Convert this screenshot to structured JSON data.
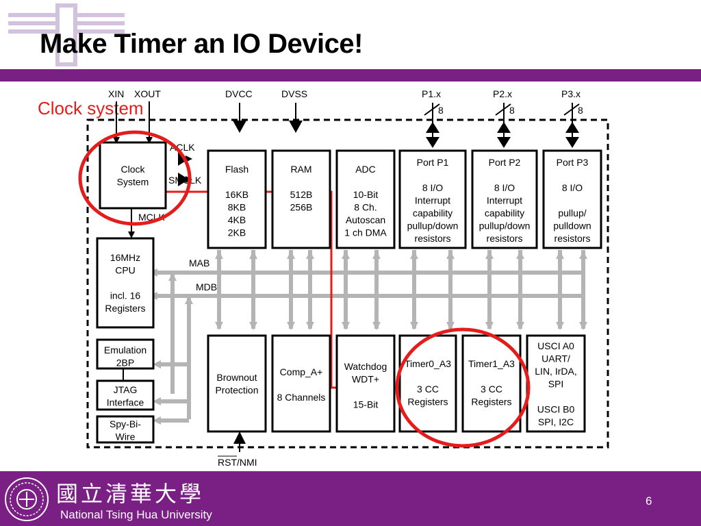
{
  "slide": {
    "title": "Make Timer an IO Device!",
    "subtitle": "Clock system",
    "page_number": "6"
  },
  "footer": {
    "university_chinese": "國立清華大學",
    "university_english": "National Tsing Hua University"
  },
  "diagram": {
    "external_signals": {
      "xin": "XIN",
      "xout": "XOUT",
      "dvcc": "DVCC",
      "dvss": "DVSS",
      "p1": "P1.x",
      "p2": "P2.x",
      "p3": "P3.x",
      "bus_width": "8",
      "rst": "RST/NMI"
    },
    "clock_signals": {
      "aclk": "ACLK",
      "smclk": "SMCLK",
      "mclk": "MCLK"
    },
    "buses": {
      "mab": "MAB",
      "mdb": "MDB"
    },
    "blocks": {
      "clock_system": [
        "Clock",
        "System"
      ],
      "flash": [
        "Flash",
        "",
        "16KB",
        "8KB",
        "4KB",
        "2KB"
      ],
      "ram": [
        "RAM",
        "",
        "512B",
        "256B"
      ],
      "adc": [
        "ADC",
        "",
        "10-Bit",
        "8 Ch.",
        "Autoscan",
        "1 ch DMA"
      ],
      "port_p1": [
        "Port P1",
        "",
        "8 I/O",
        "Interrupt",
        "capability",
        "pullup/down",
        "resistors"
      ],
      "port_p2": [
        "Port P2",
        "",
        "8 I/O",
        "Interrupt",
        "capability",
        "pullup/down",
        "resistors"
      ],
      "port_p3": [
        "Port P3",
        "",
        "8 I/O",
        "",
        "pullup/",
        "pulldown",
        "resistors"
      ],
      "cpu": [
        "16MHz",
        "CPU",
        "",
        "incl. 16",
        "Registers"
      ],
      "emulation": [
        "Emulation",
        "2BP"
      ],
      "jtag": [
        "JTAG",
        "Interface"
      ],
      "spy_bi_wire": [
        "Spy-Bi-",
        "Wire"
      ],
      "brownout": [
        "Brownout",
        "Protection"
      ],
      "comp_a": [
        "Comp_A+",
        "",
        "8 Channels"
      ],
      "watchdog": [
        "Watchdog",
        "WDT+",
        "",
        "15-Bit"
      ],
      "timer0": [
        "Timer0_A3",
        "",
        "3 CC",
        "Registers"
      ],
      "timer1": [
        "Timer1_A3",
        "",
        "3 CC",
        "Registers"
      ],
      "usci": [
        "USCI A0",
        "UART/",
        "LIN, IrDA,",
        "SPI",
        "",
        "USCI B0",
        "SPI, I2C"
      ]
    }
  },
  "colors": {
    "brand_purple": "#7a1f83",
    "highlight_red": "#e41c1c",
    "bus_gray": "#b4b4b4"
  }
}
